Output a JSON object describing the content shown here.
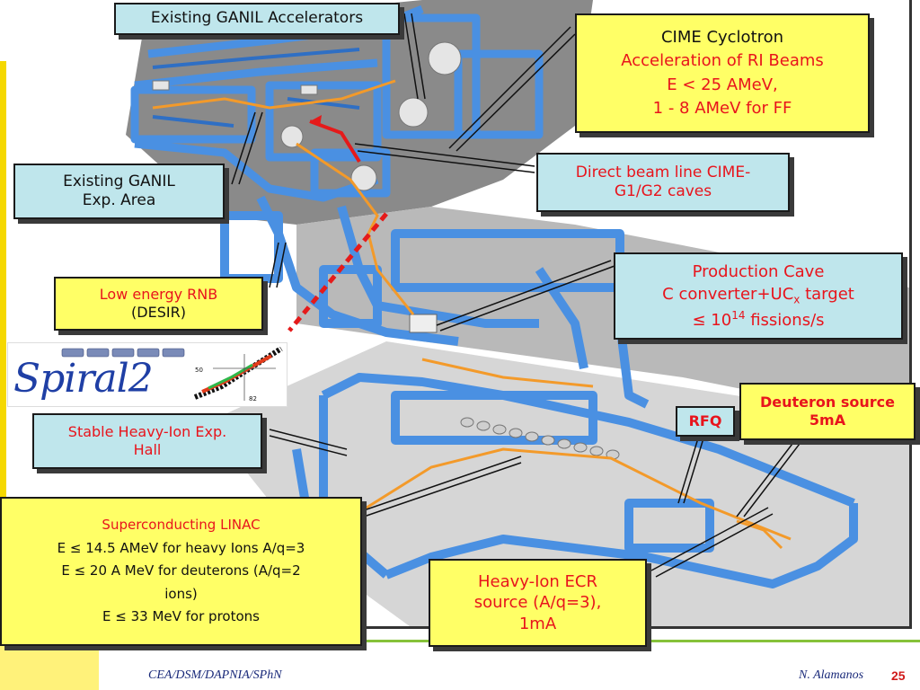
{
  "labels": {
    "ganil_accelerators": "Existing GANIL Accelerators",
    "ganil_exp_area": [
      "Existing GANIL",
      "Exp. Area"
    ],
    "low_energy": [
      "Low energy RNB",
      "(DESIR)"
    ],
    "stable_hall": [
      "Stable Heavy-Ion Exp.",
      "Hall"
    ],
    "cime": {
      "title": "CIME Cyclotron",
      "lines": [
        "Acceleration of RI Beams",
        "E < 25 AMeV,",
        "1 - 8 AMeV for FF"
      ]
    },
    "direct_beam": [
      "Direct beam line CIME-",
      "G1/G2 caves"
    ],
    "production": {
      "line1": "Production Cave",
      "line2_pre": "C converter+UC",
      "line2_sub": "x",
      "line2_post": " target",
      "line3_pre": "≤ 10",
      "line3_sup": "14",
      "line3_post": " fissions/s"
    },
    "deuteron": [
      "Deuteron source",
      "5mA"
    ],
    "rfq": "RFQ",
    "linac": {
      "title": "Superconducting LINAC",
      "lines": [
        "E ≤ 14.5 AMeV  for heavy Ions A/q=3",
        "E ≤ 20 A MeV  for deuterons (A/q=2",
        "ions)",
        "E ≤ 33 MeV for protons"
      ]
    },
    "ecr": [
      "Heavy-Ion ECR",
      "source (A/q=3),",
      "1mA"
    ]
  },
  "logo": {
    "text": "Spiral2",
    "tick_values": [
      "50",
      "82"
    ]
  },
  "footer": {
    "left": "CEA/DSM/DAPNIA/SPhN",
    "right": "N. Alamanos",
    "page": "25"
  },
  "colors": {
    "label_red": "#e8141c",
    "box_cyan": "#bfe6ec",
    "box_yellow": "#ffff66",
    "wall_blue": "#4a90e2",
    "beam_orange": "#f39a2a"
  }
}
